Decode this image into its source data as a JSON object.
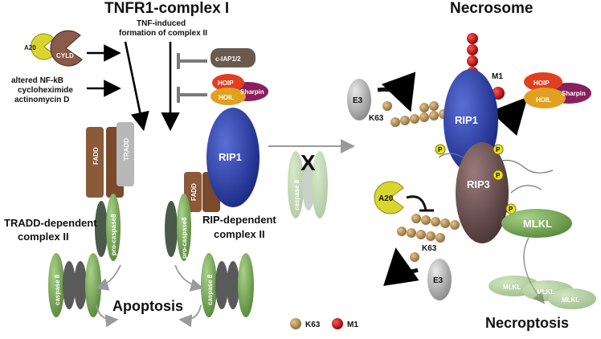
{
  "titles": {
    "left": "TNFR1-complex I",
    "right": "Necrosome"
  },
  "inducers": {
    "a20": "A20",
    "cyld": "CYLD",
    "altered": [
      "altered NF-kB",
      "cycloheximide",
      "actinomycin D"
    ],
    "formation": [
      "TNF-induced",
      "formation of complex II"
    ],
    "ciap": "c-IAP1/2"
  },
  "lubac": {
    "hoip": "HOIP",
    "hoil": "HOIL",
    "sharpin": "Sharpin"
  },
  "complex": {
    "fadd": "FADD",
    "tradd": "TRADD",
    "rip1": "RIP1",
    "procasp": "pro-caspase8",
    "casp8": "caspase 8",
    "tradd_label": [
      "TRADD-dependent",
      "complex II"
    ],
    "rip_label": [
      "RIP-dependent",
      "complex II"
    ],
    "apoptosis": "Apoptosis",
    "block": "X"
  },
  "necrosome": {
    "e3": "E3",
    "k63": "K63",
    "m1": "M1",
    "rip1": "RIP1",
    "rip3": "RIP3",
    "mlkl": "MLKL",
    "p": "P",
    "a20": "A20",
    "necroptosis": "Necroptosis"
  },
  "legend": {
    "k63": "K63",
    "m1": "M1"
  }
}
